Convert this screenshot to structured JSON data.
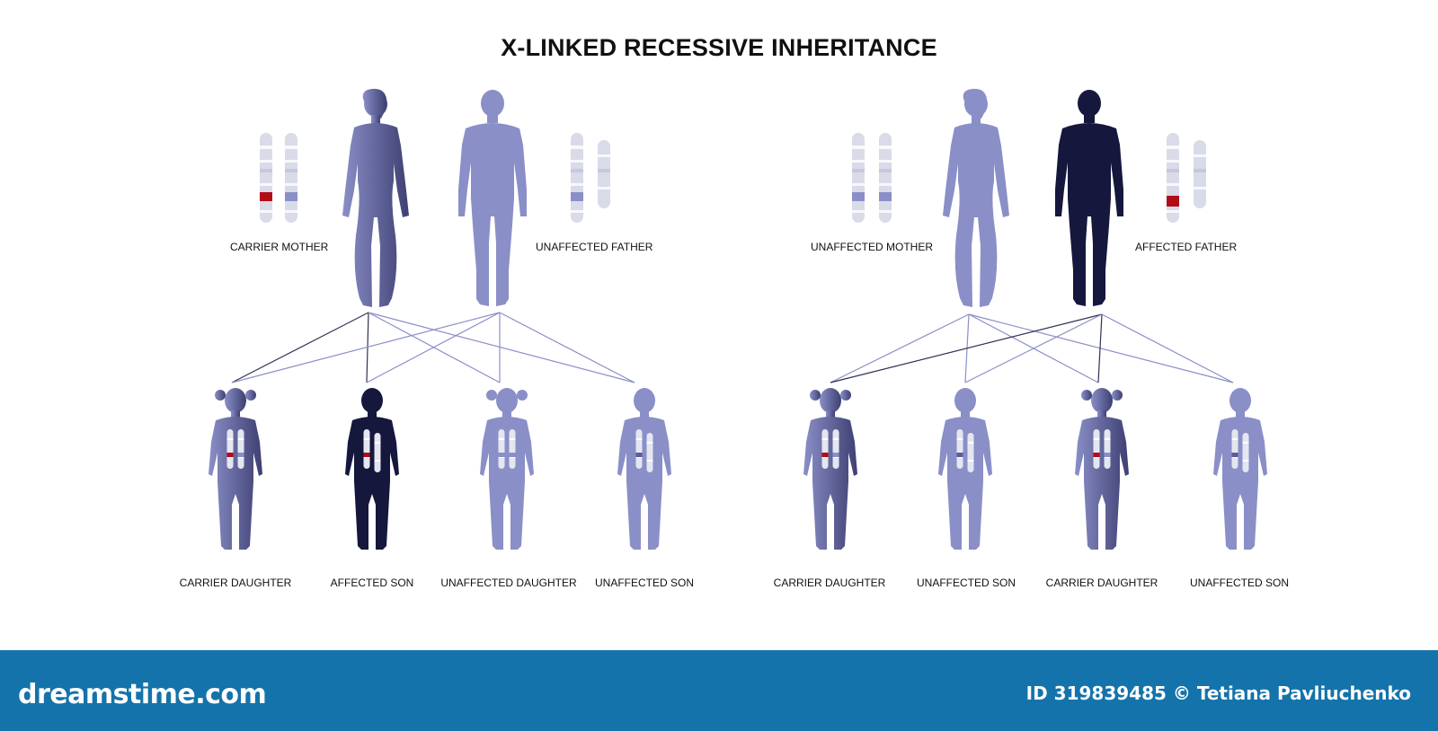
{
  "title": "X-LINKED RECESSIVE INHERITANCE",
  "left_family": {
    "mother_label": "CARRIER MOTHER",
    "father_label": "UNAFFECTED FATHER",
    "children": [
      "CARRIER DAUGHTER",
      "AFFECTED SON",
      "UNAFFECTED DAUGHTER",
      "UNAFFECTED SON"
    ]
  },
  "right_family": {
    "mother_label": "UNAFFECTED MOTHER",
    "father_label": "AFFECTED FATHER",
    "children": [
      "CARRIER DAUGHTER",
      "UNAFFECTED SON",
      "CARRIER DAUGHTER",
      "UNAFFECTED SON"
    ]
  },
  "colors": {
    "unaffected": "#8a8fc7",
    "affected": "#15173d",
    "carrier_light": "#8a8fc7",
    "carrier_dark": "#3e3f72",
    "mutation": "#b20c17",
    "chromosome": "#d9dbe8",
    "line": "#8a8fc7",
    "footer": "#1473aa"
  },
  "footer": {
    "brand": "dreamstime.com",
    "credit": "ID 319839485 © Tetiana Pavliuchenko"
  }
}
